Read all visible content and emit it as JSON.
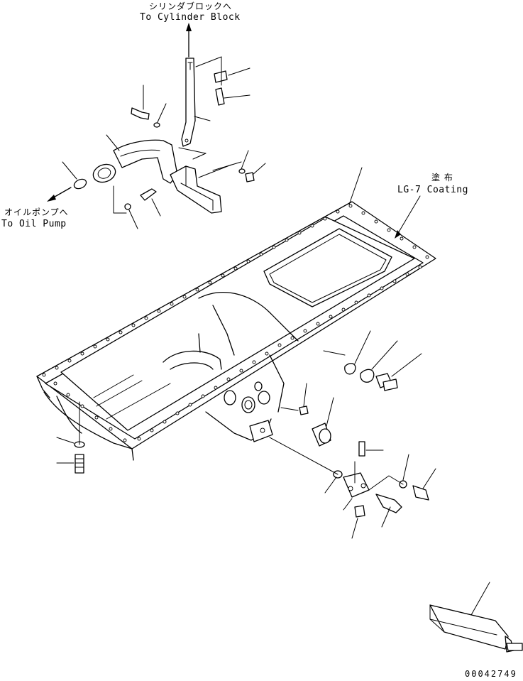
{
  "labels": {
    "cylinder_block_jp": "シリンダブロックへ",
    "cylinder_block_en": "To Cylinder Block",
    "oil_pump_jp": "オイルポンプへ",
    "oil_pump_en": "To Oil Pump",
    "coating_jp": "塗 布",
    "coating_en": "LG-7 Coating",
    "drawing_number": "00042749"
  },
  "colors": {
    "ink": "#000000",
    "paper": "#ffffff"
  }
}
